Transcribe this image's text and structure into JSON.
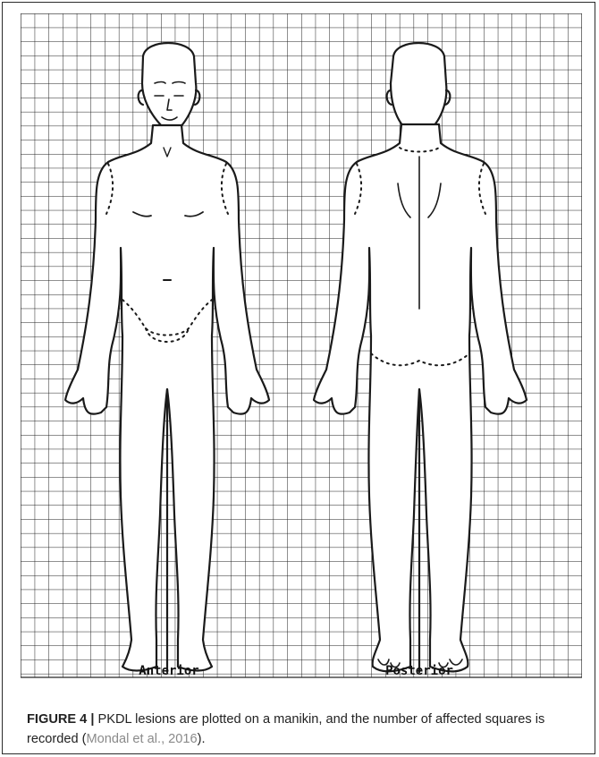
{
  "figure": {
    "view_labels": {
      "anterior": "Anterior",
      "posterior": "Posterior"
    },
    "caption": {
      "label": "FIGURE 4 |",
      "text_before": "PKDL lesions are plotted on a manikin, and the number of affected squares is recorded (",
      "citation": "Mondal et al., 2016",
      "text_after": ")."
    }
  }
}
